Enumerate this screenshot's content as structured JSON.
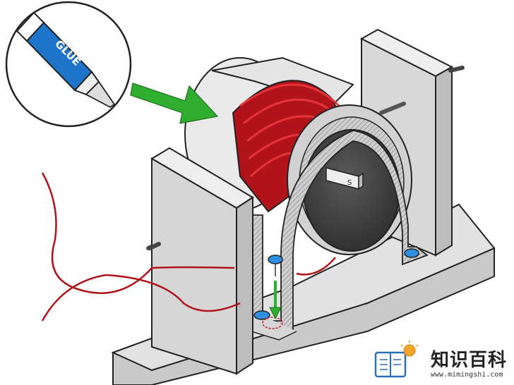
{
  "illustration": {
    "glue_tube_label": "GLUE",
    "magnet_pole_label": "S"
  },
  "watermark": {
    "name": "知识百科",
    "url": "www.mimingshi.com"
  },
  "colors": {
    "wire": "#c8141c",
    "arrow": "#2fae2f",
    "tube": "#1e74c9",
    "board": "#dcdcdc",
    "magnet": "#3f3f3f",
    "pin_head": "#2f8fe0"
  }
}
